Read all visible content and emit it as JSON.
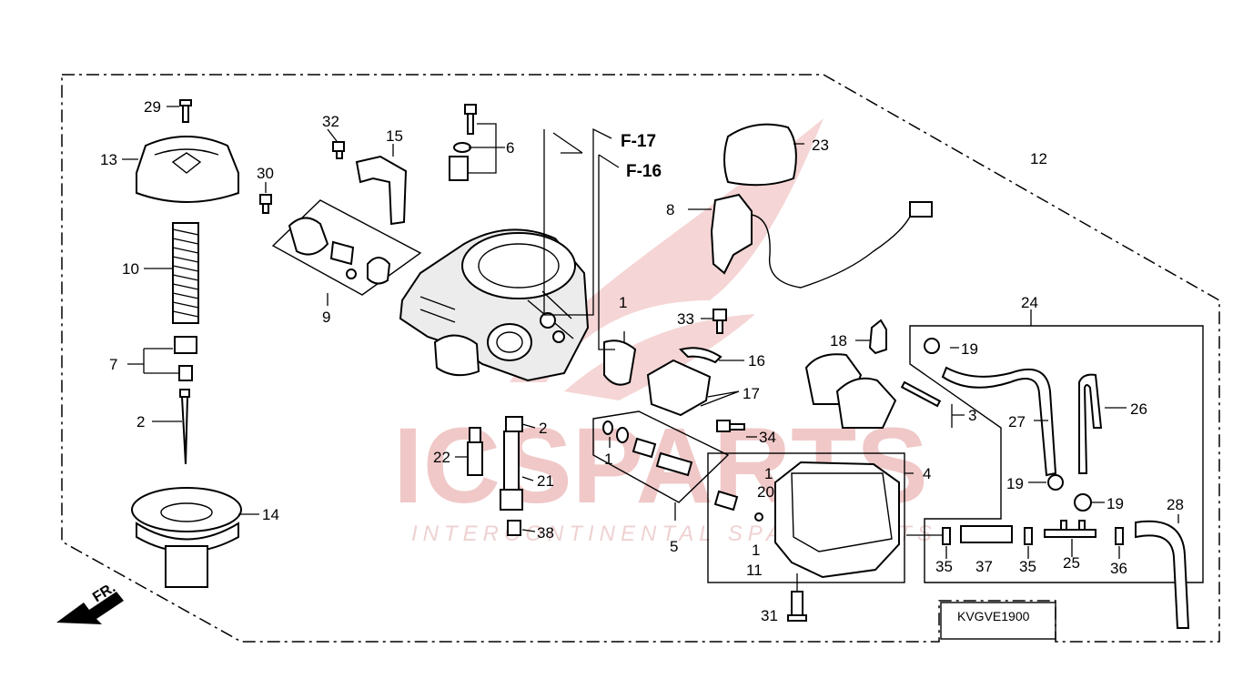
{
  "diagram": {
    "code": "KVGVE1900",
    "front_marker": "FR.",
    "references": [
      "F-17",
      "F-16"
    ],
    "watermark": {
      "brand": "ICSPARTS",
      "tagline": "INTERCONTINENTAL SPARE PARTS"
    },
    "callouts": {
      "n1": "1",
      "n2": "2",
      "n3": "3",
      "n4": "4",
      "n5": "5",
      "n6": "6",
      "n7": "7",
      "n8": "8",
      "n9": "9",
      "n10": "10",
      "n11": "11",
      "n12": "12",
      "n13": "13",
      "n14": "14",
      "n15": "15",
      "n16": "16",
      "n17": "17",
      "n18": "18",
      "n19": "19",
      "n20": "20",
      "n21": "21",
      "n22": "22",
      "n23": "23",
      "n24": "24",
      "n25": "25",
      "n26": "26",
      "n27": "27",
      "n28": "28",
      "n29": "29",
      "n30": "30",
      "n31": "31",
      "n32": "32",
      "n33": "33",
      "n34": "34",
      "n35": "35",
      "n36": "36",
      "n37": "37",
      "n38": "38"
    }
  }
}
